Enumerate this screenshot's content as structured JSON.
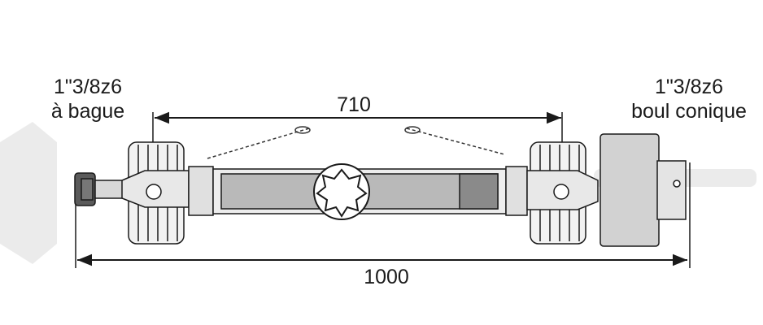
{
  "left_end": {
    "size": "1\"3/8z6",
    "type": "à bague"
  },
  "right_end": {
    "size": "1\"3/8z6",
    "type": "boul conique"
  },
  "dimensions": {
    "inner": "710",
    "overall": "1000"
  },
  "colors": {
    "outline": "#1a1a1a",
    "tube": "#b9b9b9",
    "tube_dark": "#8a8a8a",
    "light_part": "#e6e6e6",
    "hub": "#cfcfcf"
  }
}
